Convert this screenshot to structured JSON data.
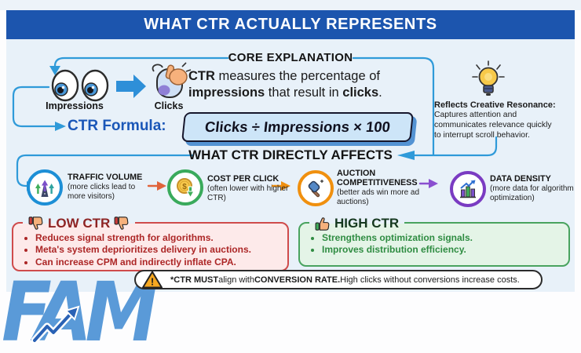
{
  "header": {
    "title": "WHAT CTR ACTUALLY REPRESENTS"
  },
  "core": {
    "section_title": "CORE EXPLANATION",
    "impressions_label": "Impressions",
    "clicks_label": "Clicks",
    "explanation_parts": [
      "CTR",
      " measures the percentage of ",
      "impressions",
      " that result in ",
      "clicks",
      "."
    ],
    "formula_label": "CTR Formula:",
    "formula": "Clicks ÷ Impressions × 100",
    "resonance_title": "Reflects Creative Resonance:",
    "resonance_lines": [
      "Captures attention and",
      "communicates relevance quickly",
      "to interrupt scroll behavior."
    ]
  },
  "affects": {
    "section_title": "WHAT CTR DIRECTLY AFFECTS",
    "items": [
      {
        "title": "TRAFFIC VOLUME",
        "desc": "(more clicks lead to more visitors)",
        "ring_color": "#1d8fd6"
      },
      {
        "title": "COST PER CLICK",
        "desc": "(often lower with higher CTR)",
        "ring_color": "#3aaa5c"
      },
      {
        "title": "AUCTION COMPETITIVENESS",
        "desc": "(better ads win more ad auctions)",
        "ring_color": "#f0900f"
      },
      {
        "title": "DATA DENSITY",
        "desc": "(more data for algorithm optimization)",
        "ring_color": "#7a3bc2"
      }
    ]
  },
  "low_ctr": {
    "title": "LOW CTR",
    "bullets": [
      "Reduces signal strength for algorithms.",
      "Meta's system deprioritizes delivery in auctions.",
      "Can increase CPM and indirectly inflate CPA."
    ]
  },
  "high_ctr": {
    "title": "HIGH CTR",
    "bullets": [
      "Strengthens optimization signals.",
      "Improves distribution efficiency."
    ]
  },
  "warning": {
    "parts": [
      "*CTR MUST",
      " align with ",
      "CONVERSION RATE.",
      " High clicks without conversions increase costs."
    ]
  },
  "watermark": {
    "text": "FAM"
  },
  "colors": {
    "header_bg": "#1c55ae",
    "canvas_bg": "#e8f1f9",
    "accent_blue": "#2f9ad9",
    "formula_text": "#1a57b8",
    "formula_box_bg": "#cde5f8",
    "low_border": "#cf4b4b",
    "low_bg": "#fdeaea",
    "low_text": "#ac2626",
    "high_border": "#49a35f",
    "high_bg": "#e4f4e7",
    "high_text": "#2f8c42",
    "warning_triangle": "#f6a821",
    "watermark_blue": "#5a9ad8"
  }
}
